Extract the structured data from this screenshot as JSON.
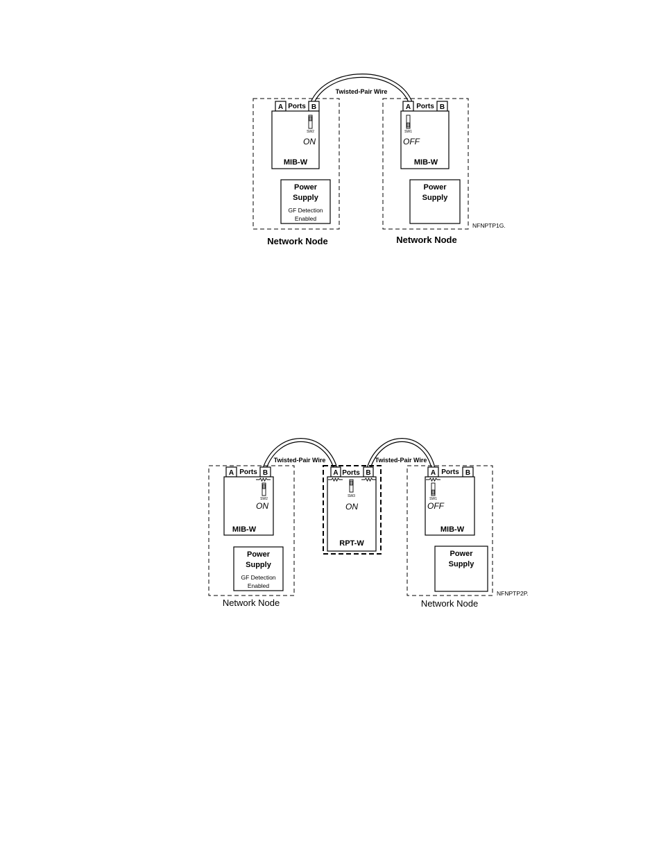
{
  "diagram1": {
    "wire_label": "Twisted-Pair Wire",
    "left_node": {
      "label": "Network Node",
      "port_a": "A",
      "ports_label": "Ports",
      "port_b": "B",
      "switch_id": "SW2",
      "switch_state": "ON",
      "module": "MIB-W",
      "power_supply_line1": "Power",
      "power_supply_line2": "Supply",
      "gf_line1": "GF Detection",
      "gf_line2": "Enabled"
    },
    "right_node": {
      "label": "Network Node",
      "port_a": "A",
      "ports_label": "Ports",
      "port_b": "B",
      "switch_id": "SW1",
      "switch_state": "OFF",
      "module": "MIB-W",
      "power_supply_line1": "Power",
      "power_supply_line2": "Supply"
    },
    "figure_code": "NFNPTP1G."
  },
  "diagram2": {
    "wire_label_left": "Twisted-Pair Wire",
    "wire_label_right": "Twisted-Pair Wire",
    "left_node": {
      "label": "Network Node",
      "port_a": "A",
      "ports_label": "Ports",
      "port_b": "B",
      "switch_id": "SW2",
      "switch_state": "ON",
      "module": "MIB-W",
      "power_supply_line1": "Power",
      "power_supply_line2": "Supply",
      "gf_line1": "GF Detection",
      "gf_line2": "Enabled"
    },
    "repeater": {
      "port_a": "A",
      "ports_label": "Ports",
      "port_b": "B",
      "switch_id": "SW3",
      "switch_state": "ON",
      "module": "RPT-W"
    },
    "right_node": {
      "label": "Network Node",
      "port_a": "A",
      "ports_label": "Ports",
      "port_b": "B",
      "switch_id": "SW1",
      "switch_state": "OFF",
      "module": "MIB-W",
      "power_supply_line1": "Power",
      "power_supply_line2": "Supply"
    },
    "figure_code": "NFNPTP2P."
  }
}
